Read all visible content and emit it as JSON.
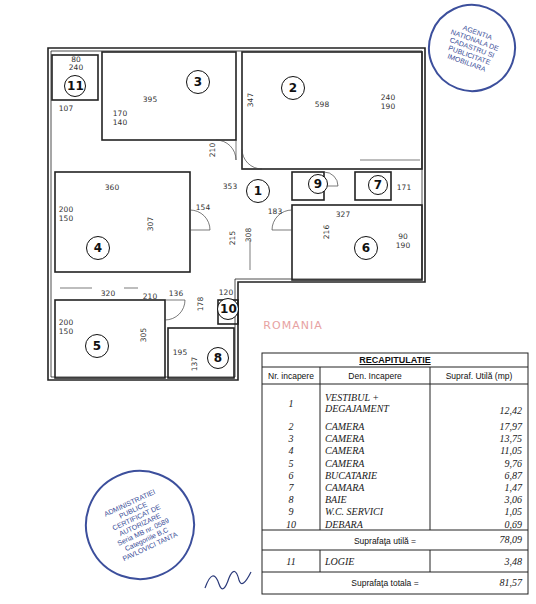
{
  "diagram": {
    "nodes": [
      {
        "text": [
          "AGENTIA NATIONALA DE CADASTRU SI PUBLICITATE IMOBILIARA"
        ]
      },
      {
        "text": [
          "11"
        ]
      },
      {
        "text": [
          "3"
        ]
      },
      {
        "text": [
          "2"
        ]
      },
      {
        "text": [
          "9"
        ]
      },
      {
        "text": [
          "7"
        ]
      },
      {
        "text": [
          "1"
        ]
      },
      {
        "text": [
          "4"
        ]
      },
      {
        "text": [
          "6"
        ]
      },
      {
        "text": [
          "10"
        ]
      },
      {
        "text": [
          "5"
        ]
      },
      {
        "text": [
          "8"
        ]
      },
      {
        "text": [
          "ADMINISTRATIEI PUBLICE",
          "CERTIFICAT DE AUTORIZARE",
          "Seria MB nr. 0589",
          "Categoriile B,C",
          "PAVLOVICI TANTA"
        ]
      }
    ],
    "edges": [],
    "labels": [
      "80",
      "240",
      "107",
      "395",
      "347",
      "598",
      "240",
      "190",
      "170",
      "140",
      "210",
      "360",
      "200",
      "150",
      "307",
      "353",
      "154",
      "183",
      "308",
      "215",
      "327",
      "171",
      "216",
      "90",
      "190",
      "320",
      "210",
      "136",
      "178",
      "120",
      "200",
      "150",
      "305",
      "195",
      "137",
      "ROMANIA",
      "RECAPITULATIE",
      "Nr. incapere",
      "Den. Incapere",
      "Supraf. Utilă (mp)",
      "1",
      "VESTIBUL + DEGAJAMENT",
      "12,42",
      "2",
      "CAMERA",
      "17,97",
      "3",
      "CAMERA",
      "13,75",
      "4",
      "CAMERA",
      "11,05",
      "5",
      "CAMERA",
      "9,76",
      "6",
      "BUCATARIE",
      "6,87",
      "7",
      "CAMARA",
      "1,47",
      "8",
      "BAIE",
      "3,06",
      "9",
      "W.C. SERVICI",
      "1,05",
      "10",
      "DEBARA",
      "0,69",
      "Suprafaţa utilă =",
      "78,09",
      "11",
      "LOGIE",
      "3,48",
      "Suprafaţa totala =",
      "81,57"
    ]
  }
}
